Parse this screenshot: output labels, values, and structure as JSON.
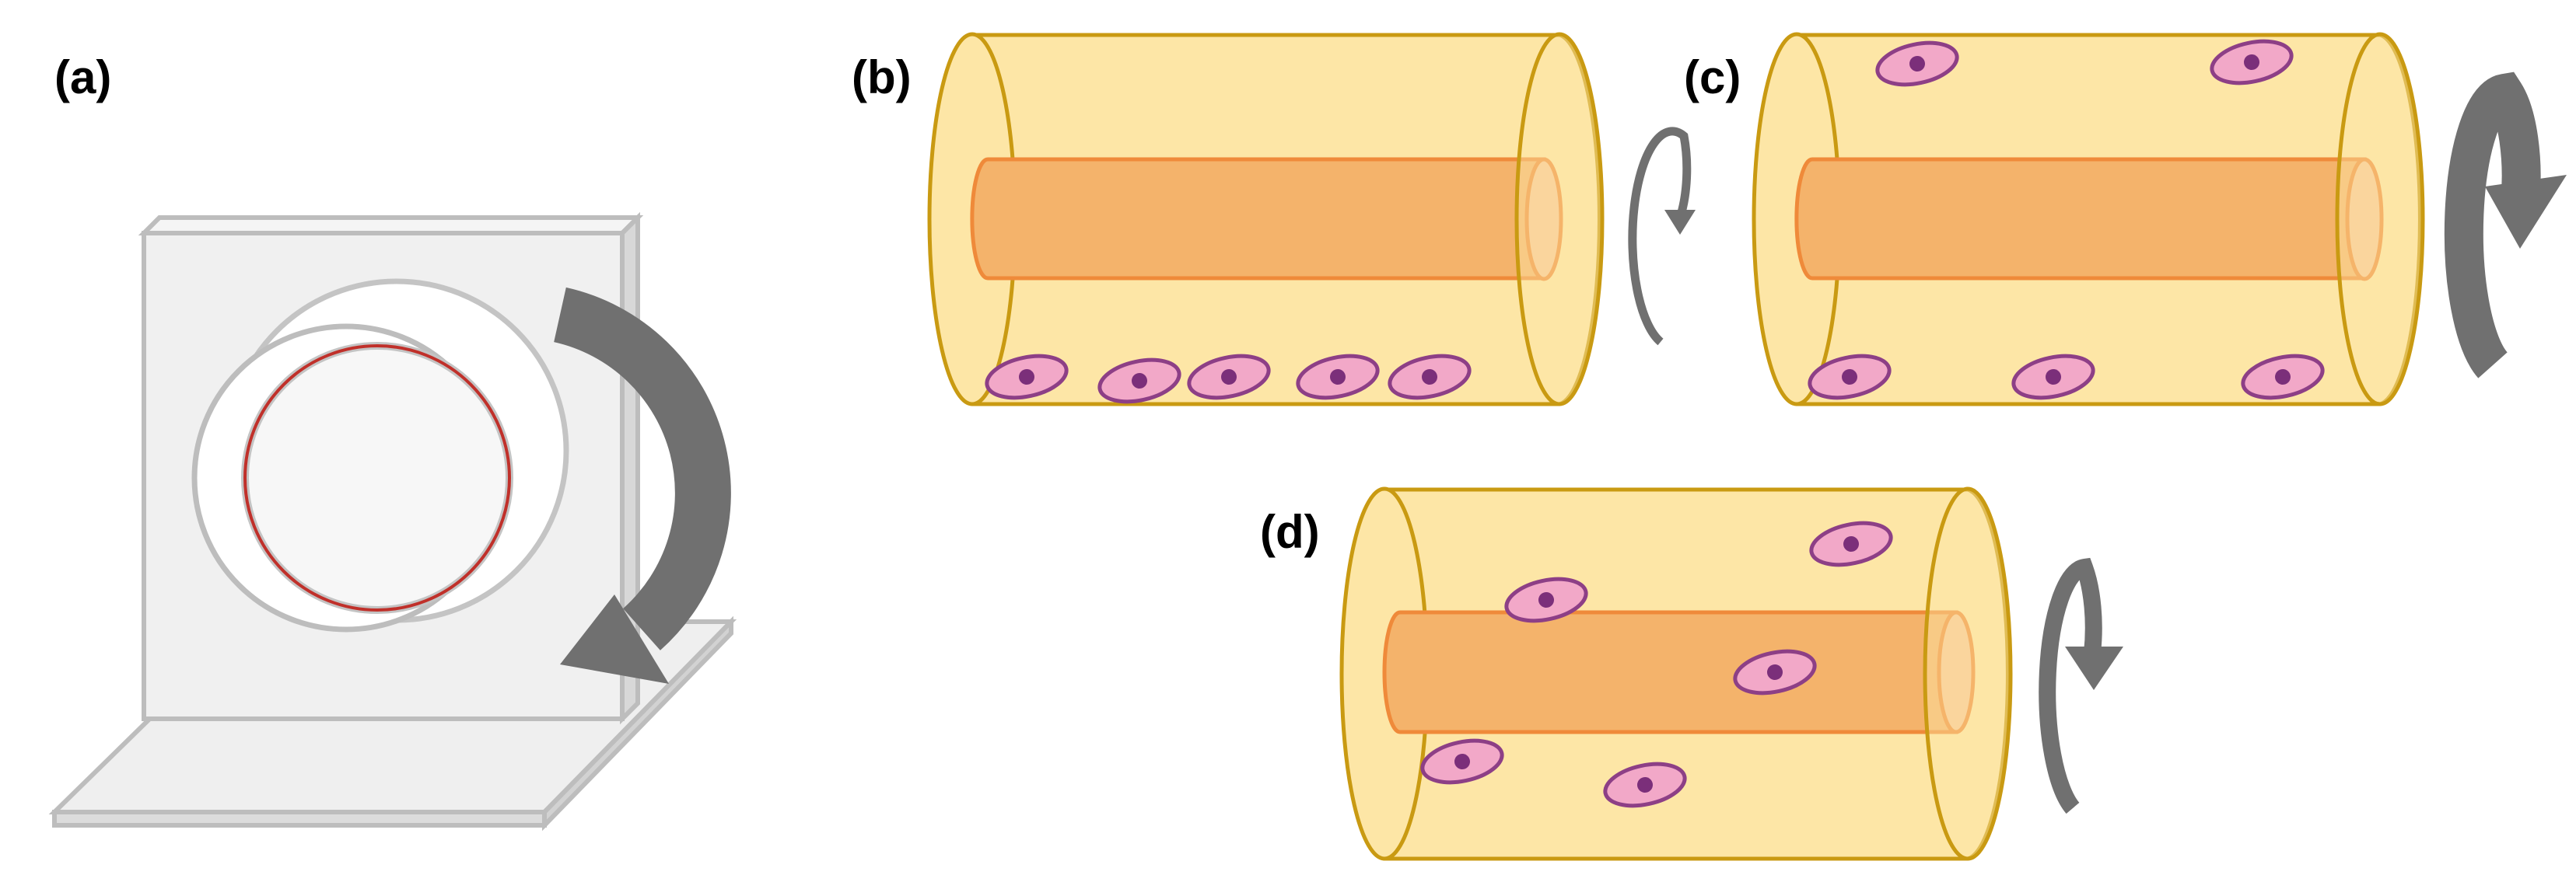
{
  "panels": {
    "a": {
      "label": "(a)"
    },
    "b": {
      "label": "(b)"
    },
    "c": {
      "label": "(c)"
    },
    "d": {
      "label": "(d)"
    }
  },
  "colors": {
    "tube_fill": "#fde6a6",
    "tube_stroke": "#c99a12",
    "rod_fill": "#f4b36b",
    "rod_stroke": "#ef8a3a",
    "cell_fill": "#f2a8c8",
    "cell_stroke": "#8d3f86",
    "nucleus": "#7b2f7a",
    "arrow": "#707070",
    "device_fill": "#f0f0f0",
    "device_stroke": "#bdbdbd",
    "ring_red": "#c0302a"
  },
  "icons": {
    "rotation_arrow": "curved-arrow-icon",
    "cell": "cell-icon"
  }
}
